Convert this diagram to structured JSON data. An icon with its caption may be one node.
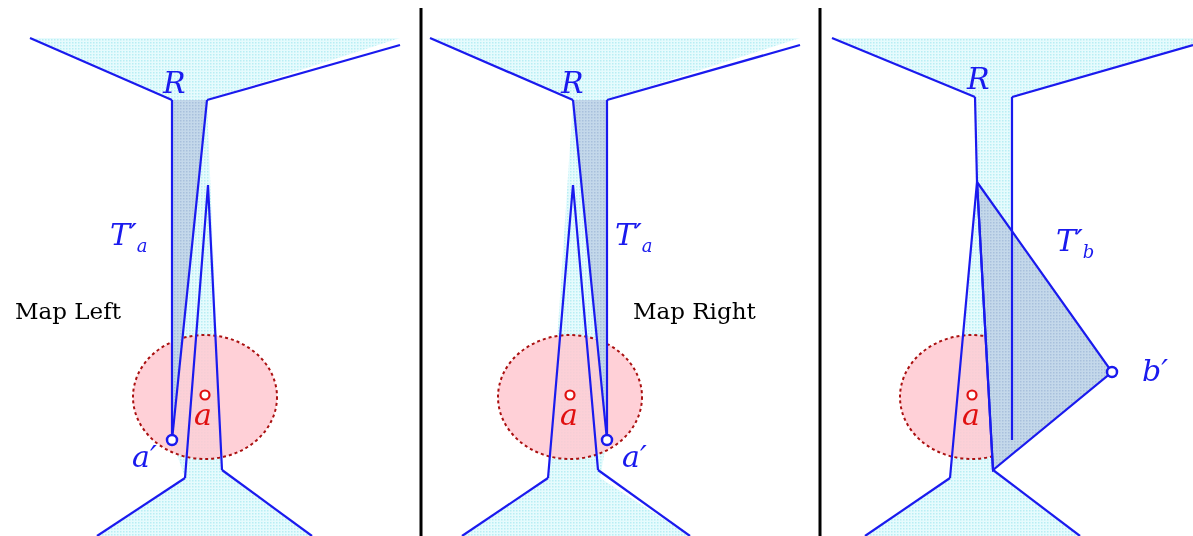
{
  "diagram": {
    "labels": [
      "R",
      "T′$_{a}$",
      "Map Left",
      "a",
      "a′",
      "R",
      "T′$_{a}$",
      "Map Right",
      "a",
      "a′",
      "R",
      "T′$_{b}$",
      "a",
      "b′"
    ]
  }
}
